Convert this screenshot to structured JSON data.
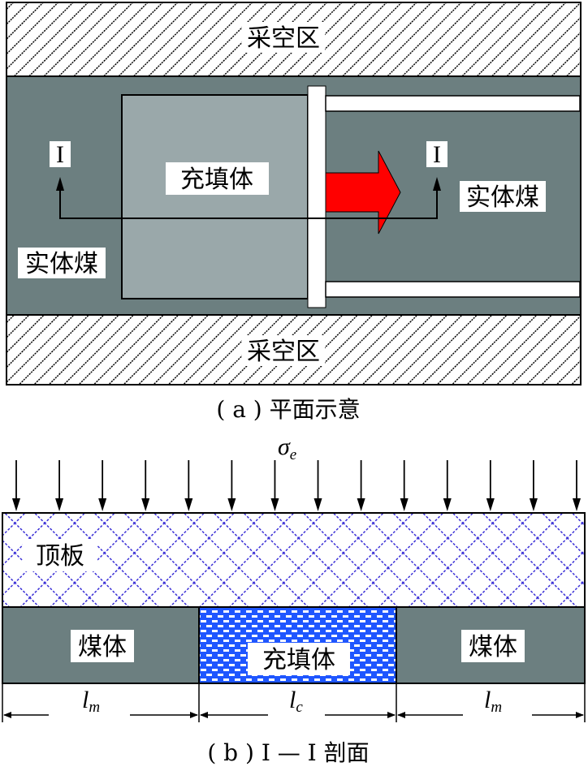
{
  "plan": {
    "goaf_top": "采空区",
    "goaf_bottom": "采空区",
    "fill_body": "充填体",
    "solid_coal_right": "实体煤",
    "solid_coal_left": "实体煤",
    "section_mark_left": "I",
    "section_mark_right": "I",
    "caption": "( a ) 平面示意"
  },
  "section": {
    "load_symbol": "σ",
    "load_subscript": "e",
    "roof": "顶板",
    "coal_left": "煤体",
    "fill_body": "充填体",
    "coal_right": "煤体",
    "dim_left_symbol": "l",
    "dim_left_sub": "m",
    "dim_mid_symbol": "l",
    "dim_mid_sub": "c",
    "dim_right_symbol": "l",
    "dim_right_sub": "m",
    "caption": "( b ) I — I 剖面",
    "load_arrow_count": 14
  },
  "colors": {
    "coal": "#6c7f80",
    "fill_plan": "#9aa8aa",
    "arrow_red": "#ff0000",
    "roof_pattern": "#3a2fd6",
    "fill_section": "#1f56ff",
    "hatch": "#000000"
  }
}
